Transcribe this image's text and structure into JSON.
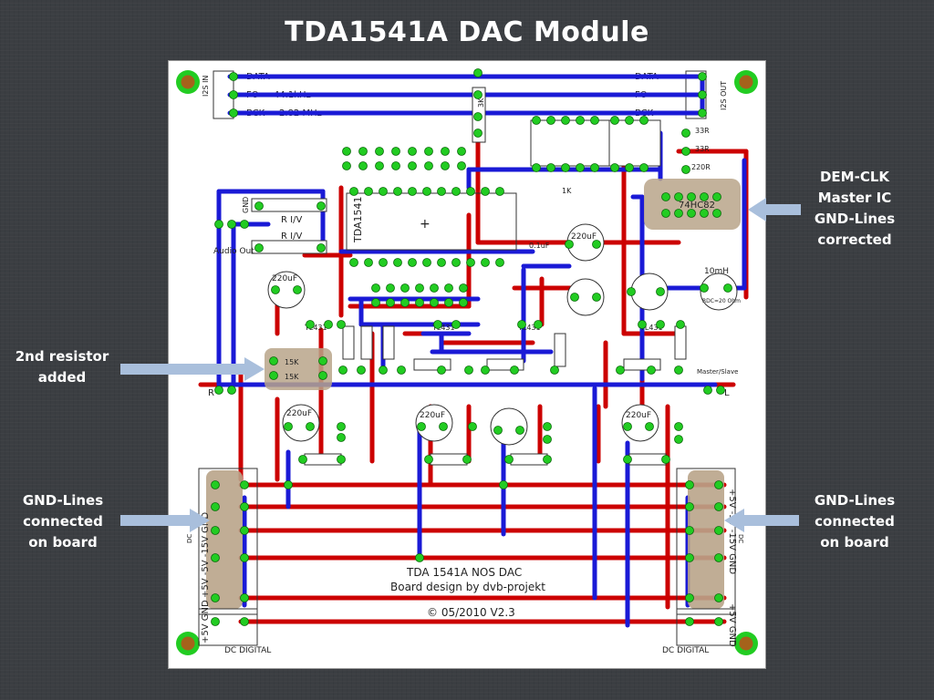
{
  "slide": {
    "title": "TDA1541A DAC Module"
  },
  "annotations": {
    "dem_clk": [
      "DEM-CLK",
      "Master IC",
      "GND-Lines",
      "corrected"
    ],
    "resistor": [
      "2nd resistor",
      "added"
    ],
    "gnd_left": [
      "GND-Lines",
      "connected",
      "on board"
    ],
    "gnd_right": [
      "GND-Lines",
      "connected",
      "on board"
    ]
  },
  "board": {
    "i2s_in": "I2S IN",
    "i2s_out": "I2S OUT",
    "data_in": "DATA",
    "fo_in": "FO",
    "fo_rate": "44.1kHz",
    "bck_in": "BCK",
    "bck_rate": "2.82 MHz",
    "data_out": "DATA",
    "fo_out": "FO",
    "bck_out": "BCK",
    "chip_label": "TDA1541",
    "dem_chip": "74HC82",
    "audio_out": "Audio Out",
    "r_iv_1": "R I/V",
    "r_iv_2": "R I/V",
    "gnd_small": "GND",
    "l_small": "L",
    "r_small": "R",
    "cap_220uf": "220uF",
    "cap_01uf": "0.1uF",
    "res_3k": "3K",
    "res_1k": "1K",
    "res_15k": "15K",
    "res_33r": "33R",
    "res_220r": "220R",
    "inductor": "10mH",
    "inductor_sub": "RDC=20 Ohm",
    "master_slave": "Master/Slave",
    "r_label": "R",
    "l_label": "L",
    "tl_label": "TL431",
    "pwr_left": "+5V -5V -15V GND",
    "pwr_right": "+5V -5V -15V GND",
    "dc_label": "DC",
    "gnd5_left": "+5V GND",
    "gnd5_right": "+5V GND",
    "dc_digital_left": "DC DIGITAL",
    "dc_digital_right": "DC DIGITAL",
    "footer_line1": "TDA 1541A NOS DAC",
    "footer_line2": "Board design by dvb-projekt",
    "footer_line3": "© 05/2010 V2.3"
  },
  "colors": {
    "background": "#3b3e42",
    "trace_red": "#cc0000",
    "trace_blue": "#1a1ad6",
    "pad_green": "#22cc22",
    "mount_hole": "#2a8a2a",
    "highlight": "#b9a489",
    "arrow": "#a9bfdc"
  }
}
